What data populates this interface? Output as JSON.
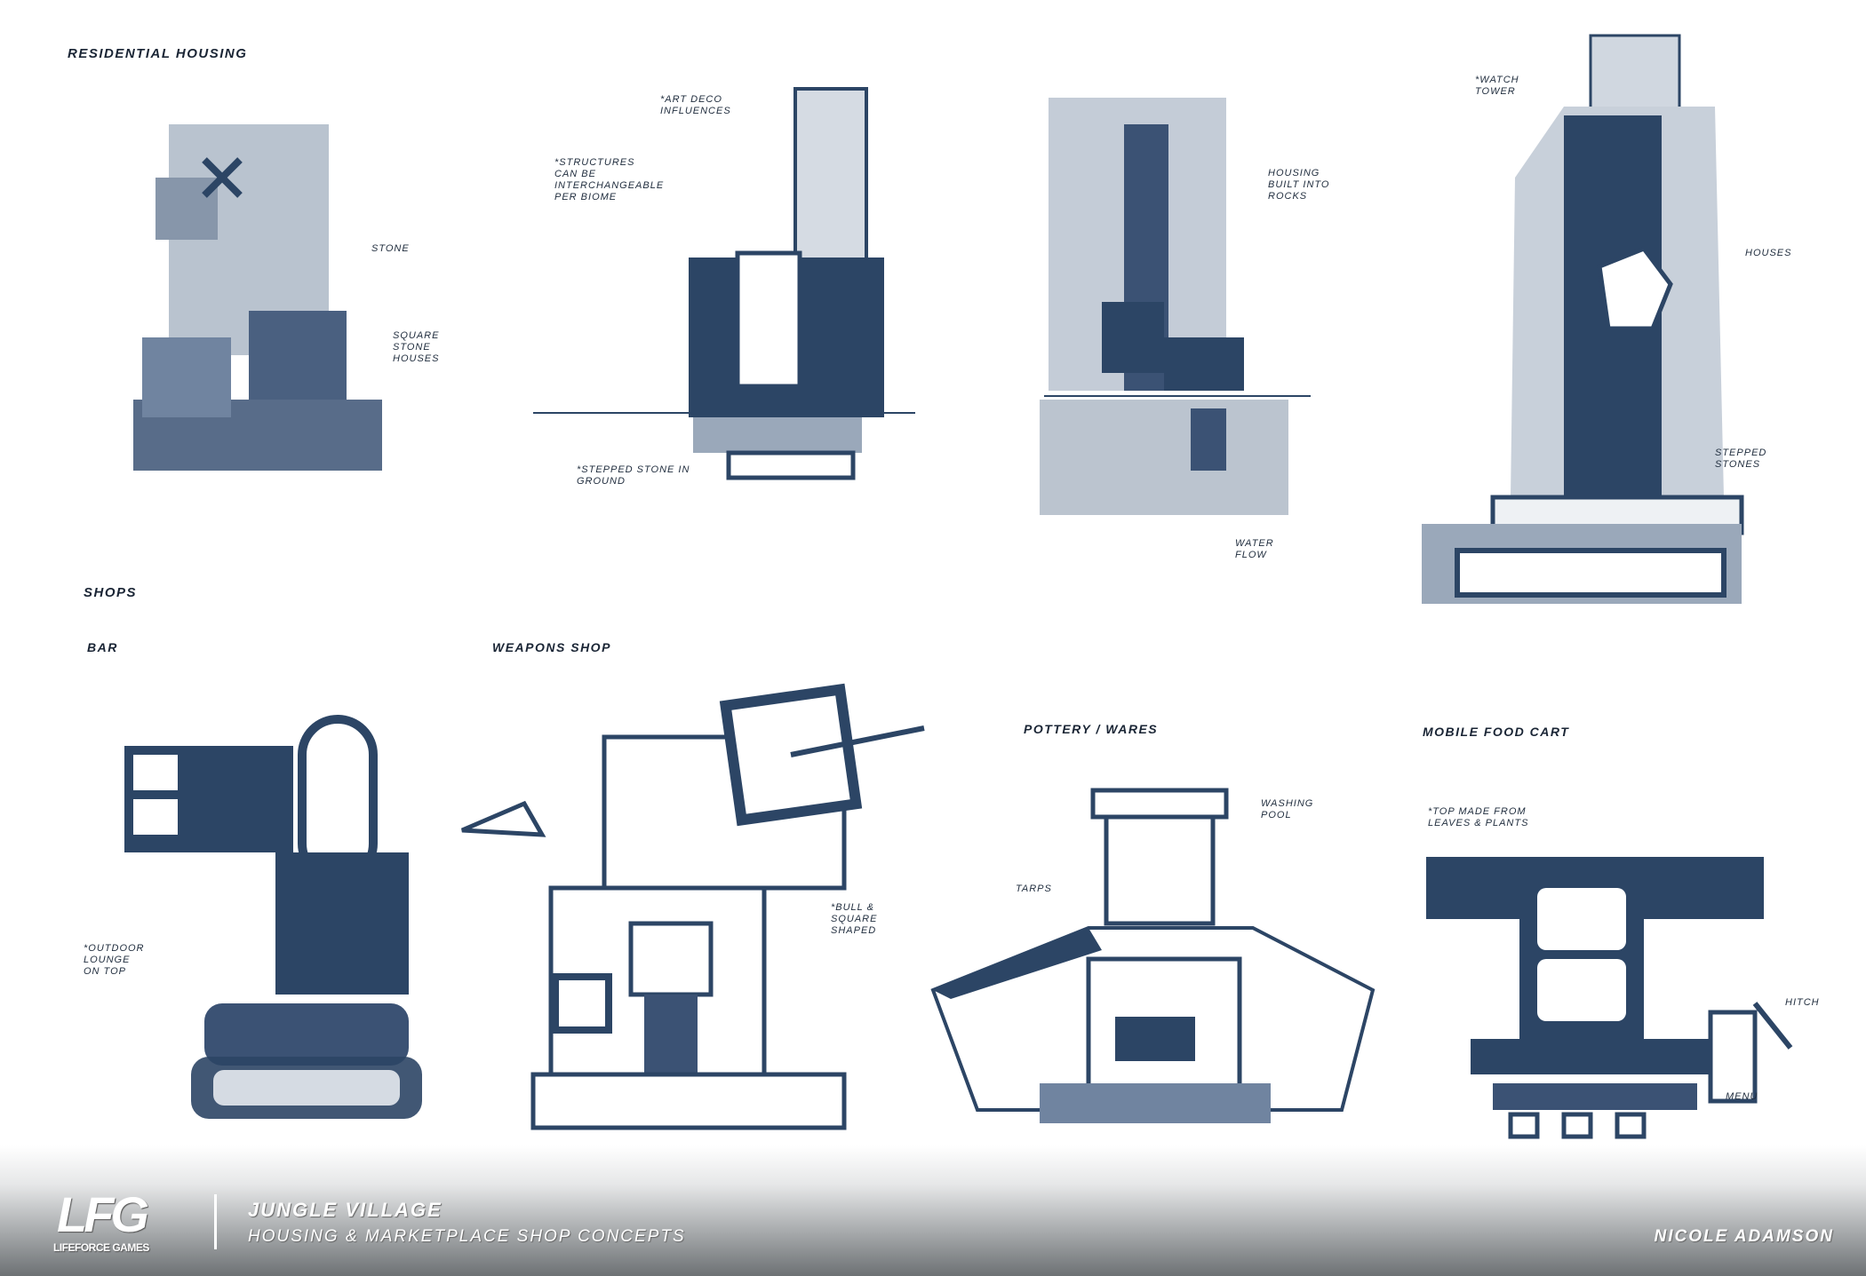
{
  "sections": {
    "residential": "RESIDENTIAL HOUSING",
    "shops": "SHOPS",
    "bar": "BAR",
    "weapons": "WEAPONS SHOP",
    "pottery": "POTTERY / WARES",
    "food_cart": "MOBILE FOOD CART"
  },
  "notes": {
    "art_deco": "*ART DECO\nINFLUENCES",
    "structures": "*STRUCTURES\nCAN BE\nINTERCHANGEABLE\nPER BIOME",
    "stone": "STONE",
    "square_stone": "SQUARE\nSTONE\nHOUSES",
    "stepped_stone": "*STEPPED STONE IN\nGROUND",
    "built_into_rocks": "HOUSING\nBUILT INTO\nROCKS",
    "water_flow": "WATER\nFLOW",
    "watch_tower": "*WATCH\nTOWER",
    "houses": "HOUSES",
    "stepped_stones": "STEPPED\nSTONES",
    "outdoor_lounge": "*OUTDOOR\nLOUNGE\nON TOP",
    "bull_square": "*BULL &\nSQUARE\nSHAPED",
    "washing_pool": "WASHING\nPOOL",
    "tarps": "TARPS",
    "top_leaves": "*TOP MADE FROM\nLEAVES & PLANTS",
    "hitch": "HITCH",
    "menu": "MENU"
  },
  "footer": {
    "logo_mark": "LFG",
    "logo_text": "LIFEFORCE GAMES",
    "title": "JUNGLE VILLAGE",
    "subtitle": "HOUSING & MARKETPLACE SHOP CONCEPTS",
    "artist": "NICOLE ADAMSON"
  },
  "colors": {
    "ink": "#2c4565",
    "light": "#b9c3cf",
    "footer_dark": "#6d7174"
  }
}
